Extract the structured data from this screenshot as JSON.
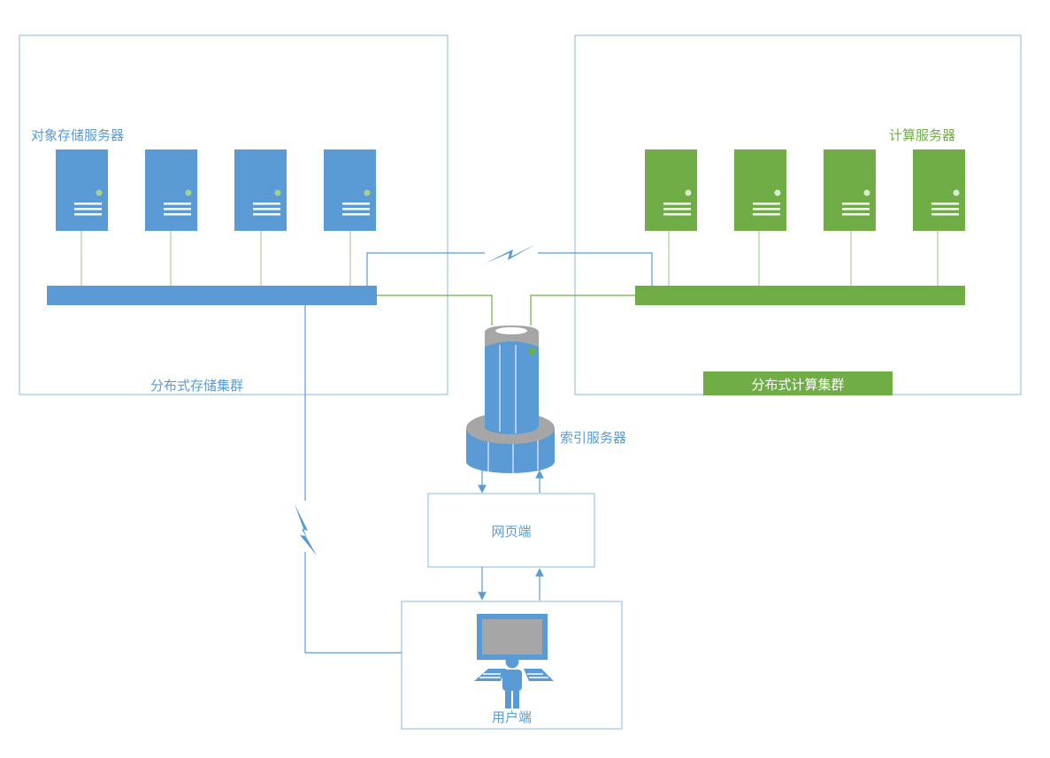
{
  "storage_cluster": {
    "title": "分布式存储集群",
    "servers_label": "对象存储服务器",
    "server_count": 4
  },
  "compute_cluster": {
    "title": "分布式计算集群",
    "servers_label": "计算服务器",
    "server_count": 4
  },
  "index_server": {
    "label": "索引服务器"
  },
  "web_tier": {
    "label": "网页端"
  },
  "user_tier": {
    "label": "用户端"
  },
  "colors": {
    "blue": "#5b9bd5",
    "green": "#70ad47",
    "gray": "#a6a6a6",
    "border": "#9dc3e6"
  }
}
